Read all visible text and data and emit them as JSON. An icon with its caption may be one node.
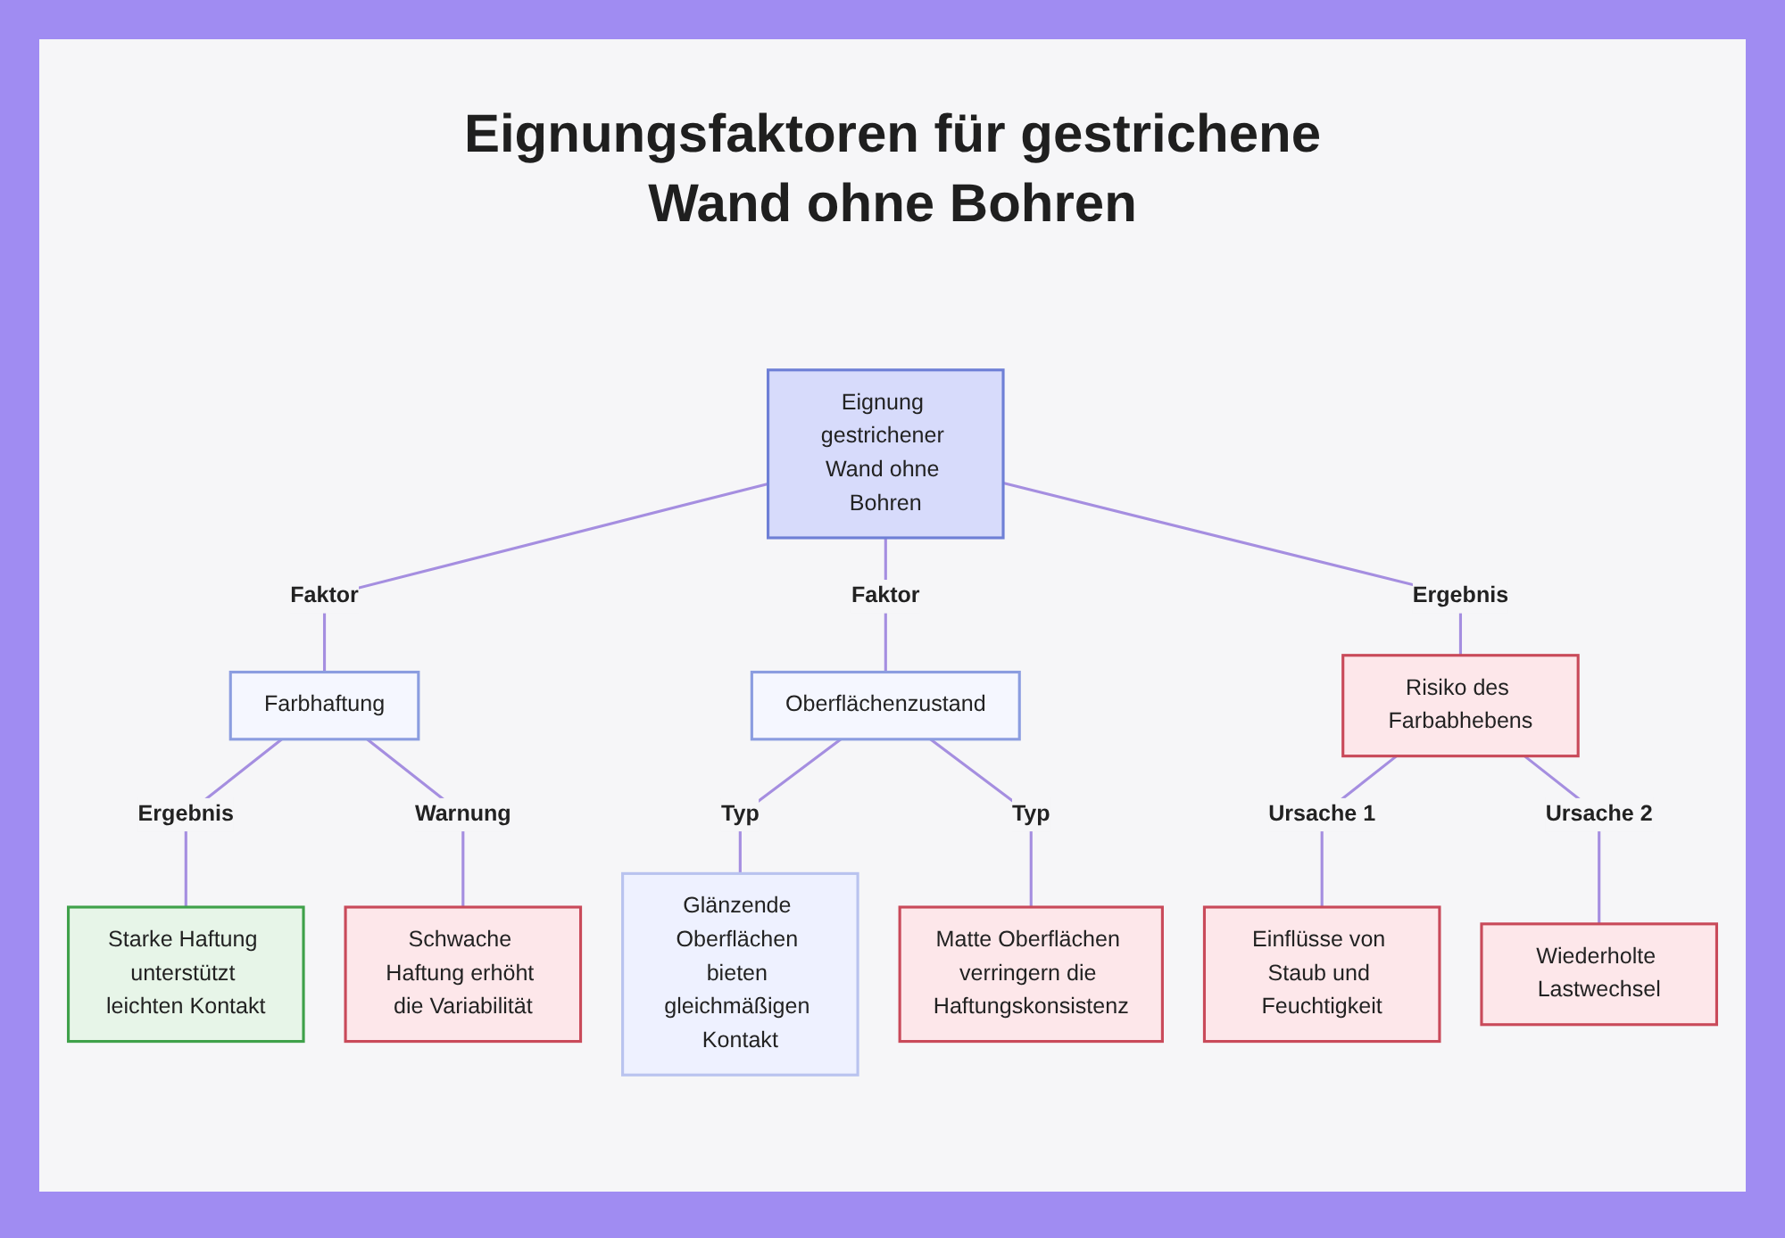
{
  "diagram": {
    "title": "Eignungsfaktoren für gestrichene Wand ohne Bohren",
    "nodes": [
      {
        "text": [
          "Eignung gestrichener Wand ohne Bohren"
        ]
      },
      {
        "text": [
          "Farbhaftung"
        ]
      },
      {
        "text": [
          "Oberflächenzustand"
        ]
      },
      {
        "text": [
          "Risiko des Farbabhebens"
        ]
      },
      {
        "text": [
          "Starke Haftung unterstützt leichten Kontakt"
        ]
      },
      {
        "text": [
          "Schwache Haftung erhöht die Variabilität"
        ]
      },
      {
        "text": [
          "Glänzende Oberflächen bieten gleichmäßigen Kontakt"
        ]
      },
      {
        "text": [
          "Matte Oberflächen verringern die Haftungskonsistenz"
        ]
      },
      {
        "text": [
          "Einflüsse von Staub und Feuchtigkeit"
        ]
      },
      {
        "text": [
          "Wiederholte Lastwechsel"
        ]
      }
    ],
    "edges": [
      {
        "from": 0,
        "to": 1,
        "arrow": "none",
        "label": "Faktor"
      },
      {
        "from": 0,
        "to": 2,
        "arrow": "none",
        "label": "Faktor"
      },
      {
        "from": 0,
        "to": 3,
        "arrow": "none",
        "label": "Ergebnis"
      },
      {
        "from": 1,
        "to": 4,
        "arrow": "none",
        "label": "Ergebnis"
      },
      {
        "from": 1,
        "to": 5,
        "arrow": "none",
        "label": "Warnung"
      },
      {
        "from": 2,
        "to": 6,
        "arrow": "none",
        "label": "Typ"
      },
      {
        "from": 2,
        "to": 7,
        "arrow": "none",
        "label": "Typ"
      },
      {
        "from": 3,
        "to": 8,
        "arrow": "none",
        "label": "Ursache 1"
      },
      {
        "from": 3,
        "to": 9,
        "arrow": "none",
        "label": "Ursache 2"
      }
    ]
  }
}
